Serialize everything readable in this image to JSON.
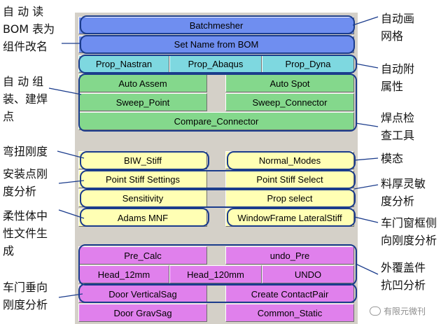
{
  "buttons": {
    "batchmesher": "Batchmesher",
    "set_name_from_bom": "Set Name from BOM",
    "prop_nastran": "Prop_Nastran",
    "prop_abaqus": "Prop_Abaqus",
    "prop_dyna": "Prop_Dyna",
    "auto_assem": "Auto Assem",
    "auto_spot": "Auto Spot",
    "sweep_point": "Sweep_Point",
    "sweep_connector": "Sweep_Connector",
    "compare_connector": "Compare_Connector",
    "biw_stiff": "BIW_Stiff",
    "normal_modes": "Normal_Modes",
    "point_stiff_settings": "Point Stiff Settings",
    "point_stiff_select": "Point Stiff Select",
    "sensitivity": "Sensitivity",
    "prop_select": "Prop select",
    "adams_mnf": "Adams MNF",
    "windowframe_lateralstiff": "WindowFrame LateralStiff",
    "pre_calc": "Pre_Calc",
    "undo_pre": "undo_Pre",
    "head_12mm": "Head_12mm",
    "head_120mm": "Head_120mm",
    "undo": "UNDO",
    "door_verticalsag": "Door VerticalSag",
    "create_contactpair": "Create ContactPair",
    "door_gravsag": "Door GravSag",
    "common_static": "Common_Static"
  },
  "annotations": {
    "bom_rename": [
      "自 动 读",
      "BOM 表为",
      "组件改名"
    ],
    "auto_mesh": [
      "自动画",
      "网格"
    ],
    "auto_attach": [
      "自动附",
      "属性"
    ],
    "auto_assemble": [
      "自 动 组",
      "装、建焊",
      "点"
    ],
    "weld_check": [
      "焊点检",
      "查工具"
    ],
    "bend_torsion": [
      "弯扭刚度"
    ],
    "modal": [
      "模态"
    ],
    "mount_stiffness": [
      "安装点刚",
      "度分析"
    ],
    "thickness_sensitivity": [
      "料厚灵敏",
      "度分析"
    ],
    "flexible_body": [
      "柔性体中",
      "性文件生",
      "成"
    ],
    "door_frame": [
      "车门窗框侧",
      "向刚度分析"
    ],
    "panel_dent": [
      "外覆盖件",
      "抗凹分析"
    ],
    "door_vertical": [
      "车门垂向",
      "刚度分析"
    ]
  },
  "watermark": "有限元微刊",
  "colors": {
    "blue": "#6f8ef0",
    "cyan": "#7ed8e0",
    "green": "#84d88c",
    "yellow": "#ffffb4",
    "pink": "#e080ec",
    "ring": "#1b3c8c",
    "panel": "#d4d0c8"
  }
}
